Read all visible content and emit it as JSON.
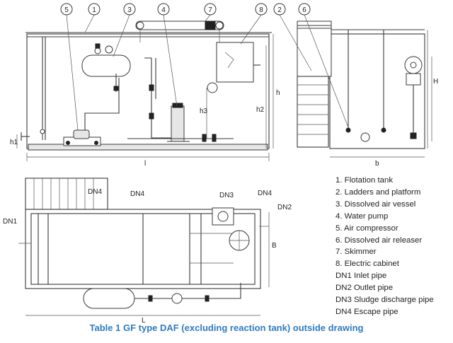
{
  "callouts": [
    "5",
    "1",
    "3",
    "4",
    "7",
    "8",
    "2",
    "6"
  ],
  "dims": {
    "l": "l",
    "h": "h",
    "h1": "h1",
    "h2": "h2",
    "h3": "h3",
    "H": "H",
    "b": "b",
    "L": "L",
    "B": "B"
  },
  "pipes": {
    "dn1": "DN1",
    "dn2": "DN2",
    "dn3": "DN3",
    "dn4_a": "DN4",
    "dn4_b": "DN4",
    "dn4_c": "DN4"
  },
  "legend": [
    "1. Flotation tank",
    "2. Ladders and platform",
    "3. Dissolved air vessel",
    "4. Water pump",
    "5. Air compressor",
    "6. Dissolved air releaser",
    "7. Skimmer",
    "8. Electric cabinet",
    "DN1 Inlet pipe",
    "DN2 Outlet pipe",
    "DN3 Sludge discharge pipe",
    "DN4 Escape pipe"
  ],
  "caption": "Table 1 GF type DAF (excluding reaction tank) outside drawing",
  "colors": {
    "caption": "#2f7bbf",
    "line": "#3a3a3a"
  }
}
